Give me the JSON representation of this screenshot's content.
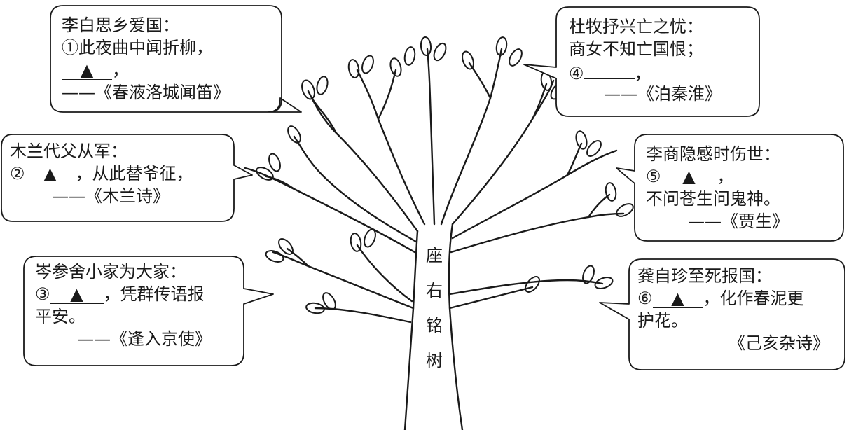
{
  "bubbles": [
    {
      "heading": "李白思乡爱国：",
      "line1": "①此夜曲中闻折柳，",
      "blank1": "▲",
      "after1": "，",
      "source": "——《春液洛城闻笛》"
    },
    {
      "heading": "杜牧抒兴亡之忧：",
      "line1": "商女不知亡国恨；",
      "before2": "④",
      "blank2": "",
      "after2": "，",
      "source": "——《泊秦淮》"
    },
    {
      "heading": "木兰代父从军：",
      "before1": "②",
      "blank1": "▲",
      "after1": "，从此替爷征，",
      "source": "——《木兰诗》"
    },
    {
      "heading": "李商隐感时伤世：",
      "before1": "⑤",
      "blank1": "▲",
      "after1": "，",
      "line2": "不问苍生问鬼神。",
      "source": "——《贾生》"
    },
    {
      "heading": "岑参舍小家为大家：",
      "before1": "③",
      "blank1": "▲",
      "after1": "，凭群传语报",
      "line2": "平安。",
      "source": "——《逢入京使》"
    },
    {
      "heading": "龚自珍至死报国：",
      "before1": "⑥",
      "blank1": "▲",
      "after1": "，化作春泥更",
      "line2": "护花。",
      "source": "《己亥杂诗》"
    }
  ],
  "tree_title": [
    "座",
    "右",
    "铭",
    "树"
  ]
}
